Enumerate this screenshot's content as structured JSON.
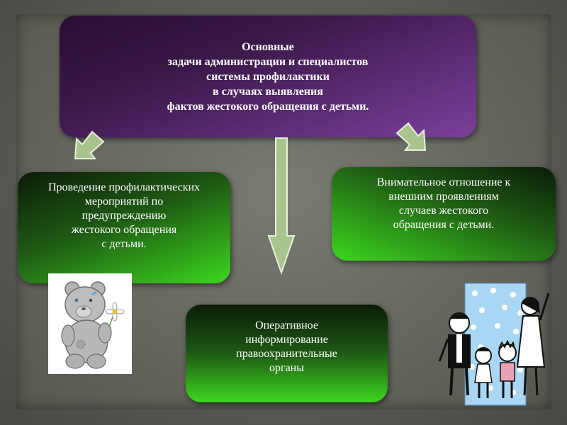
{
  "top_box": {
    "lines": [
      "Основные",
      "задачи администрации и специалистов",
      "системы профилактики",
      "в случаях выявления",
      "фактов жестокого обращения с детьми."
    ]
  },
  "left_box": {
    "lines": [
      "Проведение профилактических",
      "мероприятий по",
      "предупреждению",
      "жестокого обращения",
      "с детьми."
    ]
  },
  "right_box": {
    "lines": [
      "Внимательное отношение к",
      "внешним проявлениям",
      "случаев жестокого",
      "обращения с детьми."
    ]
  },
  "bottom_box": {
    "lines": [
      "Оперативное",
      "информирование",
      "правоохранительные",
      "органы"
    ]
  },
  "colors": {
    "top_box": "#7b3f9c",
    "green_box": "#3cd61e",
    "arrow": "#a9c48c",
    "background": "#64655d"
  },
  "images": {
    "left": "teddy-bear-with-flower",
    "right": "cartoon-family-with-daisies"
  }
}
